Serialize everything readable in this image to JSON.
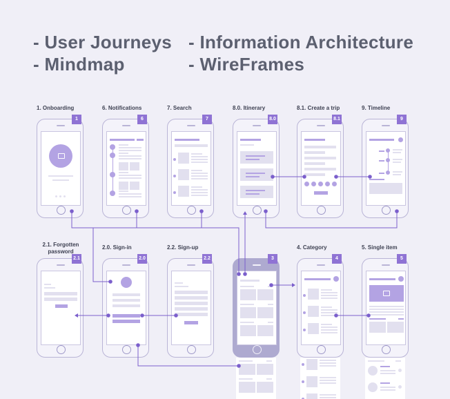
{
  "headings": [
    "- User Journeys",
    "- Information Architecture",
    "- Mindmap",
    "- WireFrames"
  ],
  "screens": [
    {
      "id": "onboarding",
      "label": "1. Onboarding",
      "badge": "1"
    },
    {
      "id": "notifications",
      "label": "6. Notifications",
      "badge": "6"
    },
    {
      "id": "search",
      "label": "7. Search",
      "badge": "7"
    },
    {
      "id": "itinerary",
      "label": "8.0. Itinerary",
      "badge": "8.0"
    },
    {
      "id": "create-trip",
      "label": "8.1. Create a trip",
      "badge": "8.1"
    },
    {
      "id": "timeline",
      "label": "9. Timeline",
      "badge": "9"
    },
    {
      "id": "forgotten-password",
      "label": "2.1. Forgotten password",
      "badge": "2.1"
    },
    {
      "id": "sign-in",
      "label": "2.0. Sign-in",
      "badge": "2.0"
    },
    {
      "id": "sign-up",
      "label": "2.2. Sign-up",
      "badge": "2.2"
    },
    {
      "id": "home",
      "label": "",
      "badge": "3"
    },
    {
      "id": "category",
      "label": "4. Category",
      "badge": "4"
    },
    {
      "id": "single-item",
      "label": "5. Single item",
      "badge": "5"
    }
  ],
  "colors": {
    "accent": "#8f73d4",
    "line": "#7b5fcc",
    "light": "#e2e0ef",
    "background": "#f0eff7"
  }
}
